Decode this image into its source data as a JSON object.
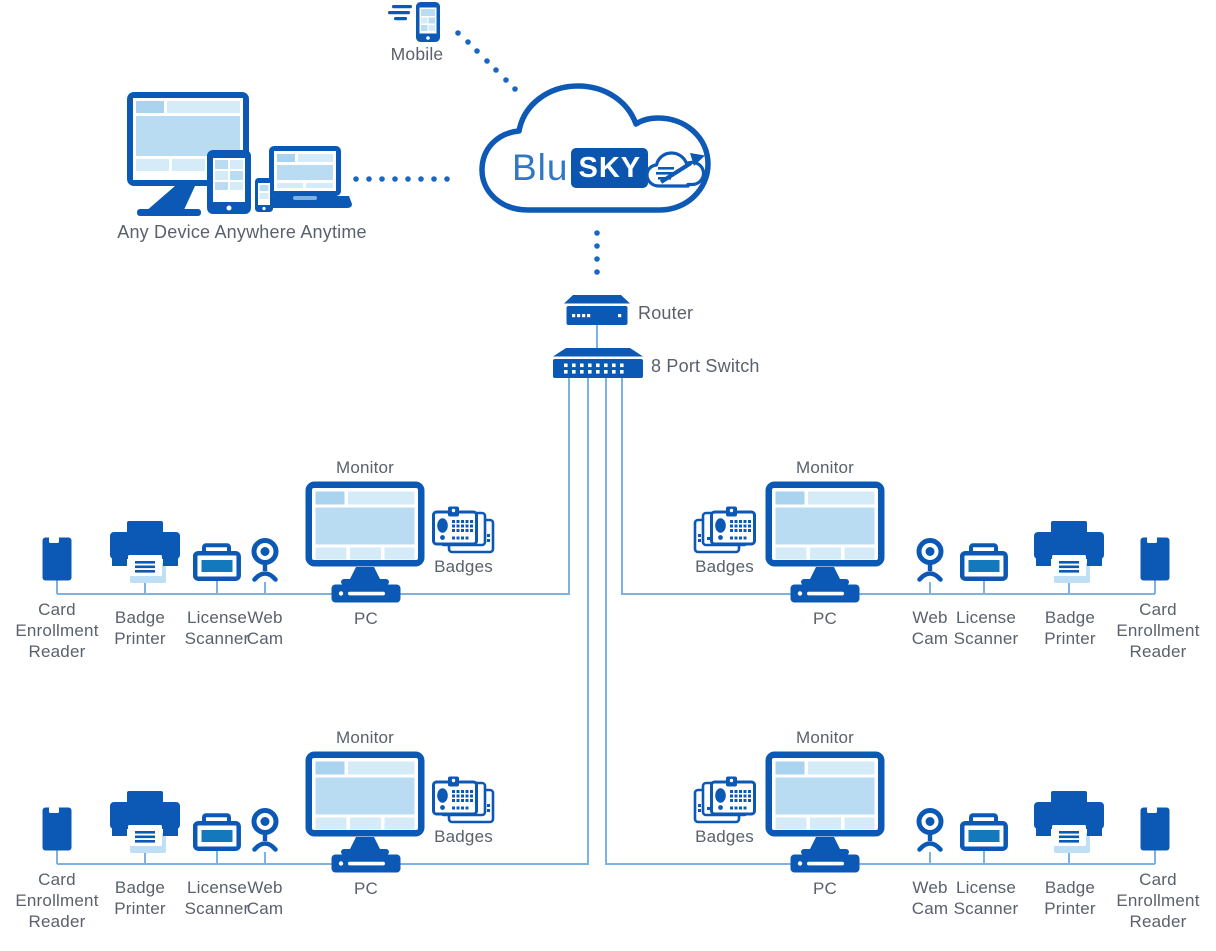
{
  "colors": {
    "primary_blue": "#0b59b4",
    "screen_light_blue": "#b9dcf3",
    "screen_pale_blue": "#d6ebf8",
    "screen_mid_blue": "#a9d3ee",
    "connector_blue": "#7fb2e2",
    "dotted_blue": "#1a67c3",
    "label_gray": "#5a616c",
    "logo_blu_blue": "#3077c6",
    "logo_sky_bg": "#0c55ae",
    "scanner_inner_blue": "#1478bc"
  },
  "cloud": {
    "brand_prefix": "Blu",
    "brand_main": "SKY"
  },
  "labels": {
    "mobile": "Mobile",
    "any_device": "Any Device Anywhere Anytime",
    "router": "Router",
    "switch": "8 Port Switch",
    "monitor": "Monitor",
    "pc": "PC",
    "badges": "Badges",
    "web_cam": "Web Cam",
    "license_scanner": "License Scanner",
    "badge_printer": "Badge Printer",
    "card_reader": "Card Enrollment Reader"
  },
  "icons": {
    "mobile": "mobile-phone-icon",
    "cloud": "cloud-icon",
    "router": "router-icon",
    "switch": "switch-icon",
    "monitor": "monitor-icon",
    "pc": "pc-icon",
    "badges": "badges-icon",
    "web_cam": "webcam-icon",
    "license_scanner": "license-scanner-icon",
    "badge_printer": "badge-printer-icon",
    "card_reader": "card-enrollment-reader-icon",
    "any_device": "multi-device-icon"
  }
}
